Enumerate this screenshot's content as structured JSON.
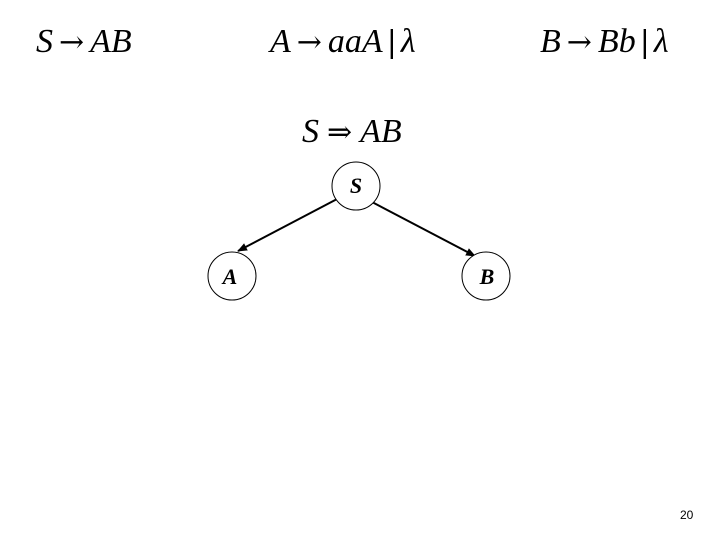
{
  "grammar": {
    "rule_s": {
      "lhs": "S",
      "arrow": "→",
      "rhs": "AB"
    },
    "rule_a": {
      "lhs": "A",
      "arrow": "→",
      "rhs_1": "aaA",
      "bar": "|",
      "rhs_2": "λ"
    },
    "rule_b": {
      "lhs": "B",
      "arrow": "→",
      "rhs_1": "Bb",
      "bar": "|",
      "rhs_2": "λ"
    }
  },
  "derivation": {
    "lhs": "S",
    "arrow": "⇒",
    "rhs": "AB"
  },
  "tree": {
    "root": {
      "label": "S"
    },
    "children": [
      {
        "label": "A"
      },
      {
        "label": "B"
      }
    ]
  },
  "page_number": "20"
}
